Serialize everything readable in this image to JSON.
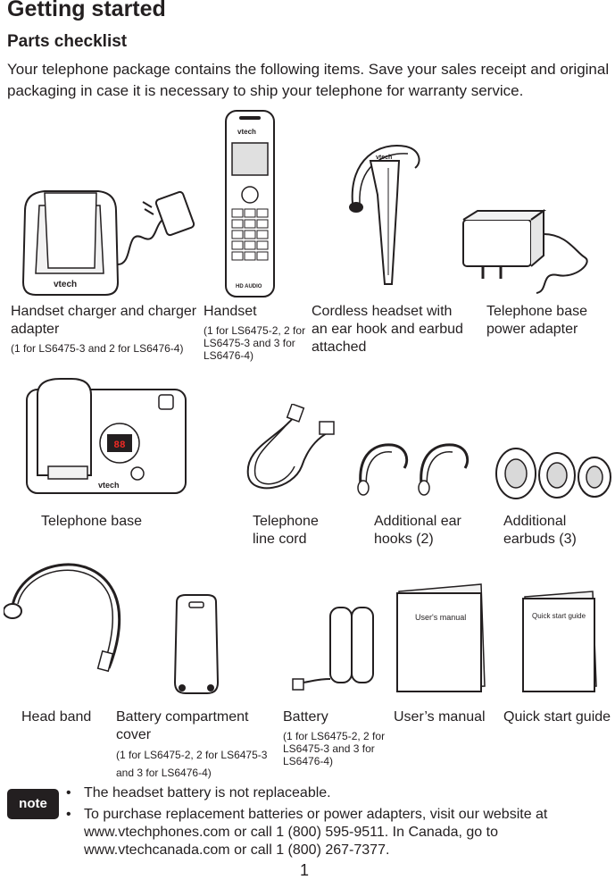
{
  "page": {
    "title": "Getting started",
    "section": "Parts checklist",
    "intro": "Your telephone package contains the following items. Save your sales receipt and original packaging in case it is necessary to ship your telephone for warranty service.",
    "page_number": "1"
  },
  "items": [
    {
      "caption": "Handset charger and charger adapter",
      "note": "(1 for LS6475-3 and 2 for LS6476-4)"
    },
    {
      "caption": "Handset",
      "note": "(1 for LS6475-2, 2 for LS6475-3 and 3 for LS6476-4)"
    },
    {
      "caption": "Cordless headset with an ear hook and earbud attached"
    },
    {
      "caption": "Telephone base power adapter"
    },
    {
      "caption": "Telephone base"
    },
    {
      "caption": "Telephone line cord"
    },
    {
      "caption": "Additional ear hooks (2)"
    },
    {
      "caption": "Additional earbuds (3)"
    },
    {
      "caption": "Head band"
    },
    {
      "caption": "Battery compartment cover",
      "note": "(1 for LS6475-2, 2 for LS6475-3 and 3 for LS6476-4)"
    },
    {
      "caption": "Battery",
      "note": "(1 for LS6475-2, 2 for LS6475-3 and 3 for LS6476-4)"
    },
    {
      "caption": "User’s manual"
    },
    {
      "caption": "Quick start guide"
    }
  ],
  "illustration_text": {
    "brand": "vtech",
    "display": "88",
    "manual_cover": "User's manual",
    "guide_cover": "Quick start guide",
    "hd_audio": "HD AUDIO"
  },
  "note": {
    "label": "note",
    "bullets": [
      "The headset battery is not replaceable.",
      "To purchase replacement batteries or power adapters, visit our website at www.vtechphones.com or call 1 (800) 595-9511. In Canada, go to www.vtechcanada.com or call 1 (800) 267-7377."
    ]
  }
}
